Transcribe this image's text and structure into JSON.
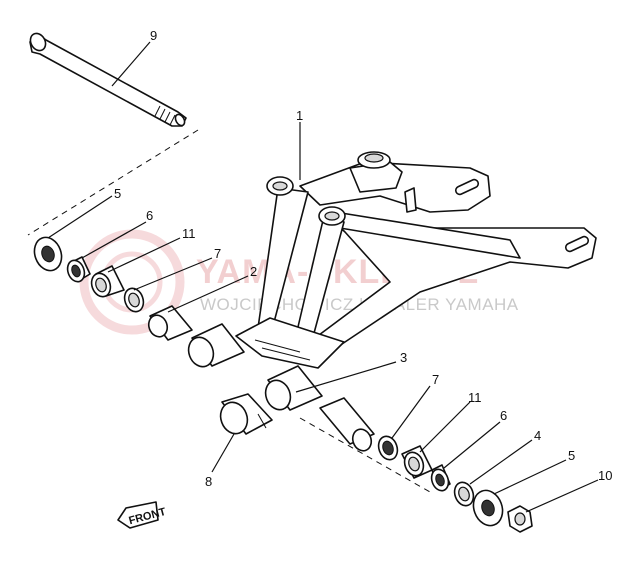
{
  "watermark": {
    "brand": "YAMA-SKLEP.PL",
    "dealer": "WOJCIECHOWICZ | DEALER YAMAHA",
    "color": "#e07a80"
  },
  "front_marker": {
    "text": "FRONT"
  },
  "parts": [
    {
      "id": "part-1",
      "label": "1",
      "name": "swingarm"
    },
    {
      "id": "part-2",
      "label": "2",
      "name": "collar"
    },
    {
      "id": "part-3",
      "label": "3",
      "name": "collar"
    },
    {
      "id": "part-4",
      "label": "4",
      "name": "washer"
    },
    {
      "id": "part-5a",
      "label": "5",
      "name": "seal cap"
    },
    {
      "id": "part-5b",
      "label": "5",
      "name": "seal cap"
    },
    {
      "id": "part-6a",
      "label": "6",
      "name": "oil seal"
    },
    {
      "id": "part-6b",
      "label": "6",
      "name": "oil seal"
    },
    {
      "id": "part-7a",
      "label": "7",
      "name": "thrust washer"
    },
    {
      "id": "part-7b",
      "label": "7",
      "name": "thrust washer"
    },
    {
      "id": "part-8",
      "label": "8",
      "name": "bushing"
    },
    {
      "id": "part-9",
      "label": "9",
      "name": "pivot shaft"
    },
    {
      "id": "part-10",
      "label": "10",
      "name": "nut"
    },
    {
      "id": "part-11a",
      "label": "11",
      "name": "bushing"
    },
    {
      "id": "part-11b",
      "label": "11",
      "name": "bushing"
    }
  ]
}
